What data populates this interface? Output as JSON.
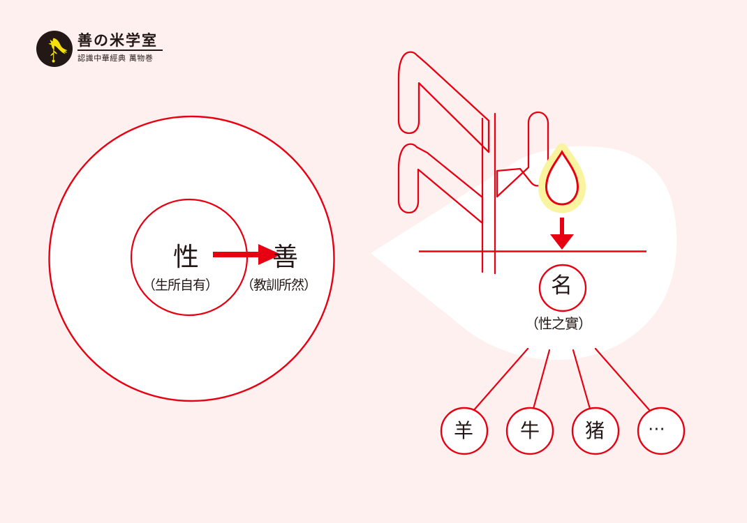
{
  "page": {
    "background_color": "#fdf0ee",
    "accent_color": "#e60012",
    "ink_color": "#231815",
    "highlight_color": "#faf3a0"
  },
  "logo": {
    "mark_name": "bird-on-branch-logo-icon",
    "title": "善の米学室",
    "subtitle": "認識中華經典 萬物巻"
  },
  "left_diagram": {
    "name": "nature-goodness-circles",
    "outer_circle_label": "",
    "inner_circle_label": "",
    "inner_char": "性",
    "inner_note": "（生所自有）",
    "outer_char": "善",
    "outer_note": "（教訓所然）",
    "arrow": "right-arrow"
  },
  "right_diagram": {
    "name": "ming-name-derivation",
    "plant_glyph_name": "oracle-bone-plant-glyph",
    "droplet_name": "droplet-icon",
    "arrow_name": "down-arrow",
    "ground_line_name": "ground-line",
    "center_char": "名",
    "center_note": "（性之實）",
    "nodes": [
      {
        "label": "羊",
        "name": "node-sheep"
      },
      {
        "label": "牛",
        "name": "node-ox"
      },
      {
        "label": "猪",
        "name": "node-pig"
      },
      {
        "label": "⋯",
        "name": "node-ellipsis"
      }
    ]
  }
}
